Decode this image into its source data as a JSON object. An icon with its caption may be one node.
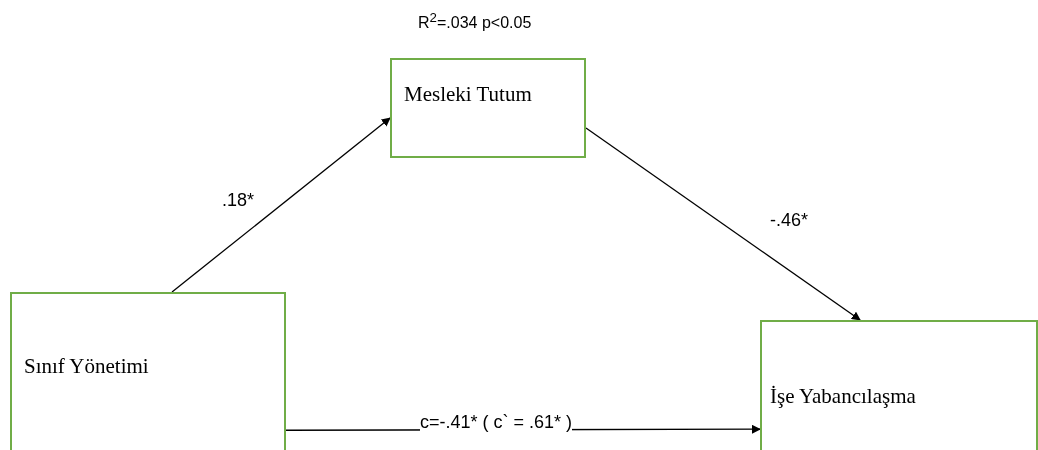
{
  "diagram": {
    "nodes": [
      {
        "text": [
          "Mesleki Tutum"
        ],
        "beside": [
          "R$^{2}$=.034  p<0.05"
        ]
      },
      {
        "text": [
          "Sınıf Yönetimi"
        ]
      },
      {
        "text": [
          "İşe Yabancılaşma"
        ]
      }
    ],
    "edges": [
      {
        "from": 1,
        "to": 0,
        "arrow": "to",
        "label": ".18*"
      },
      {
        "from": 0,
        "to": 2,
        "arrow": "to",
        "label": "-.46*"
      },
      {
        "from": 1,
        "to": 2,
        "arrow": "to",
        "label": "c=-.41* ( c` = .61* )"
      }
    ]
  }
}
